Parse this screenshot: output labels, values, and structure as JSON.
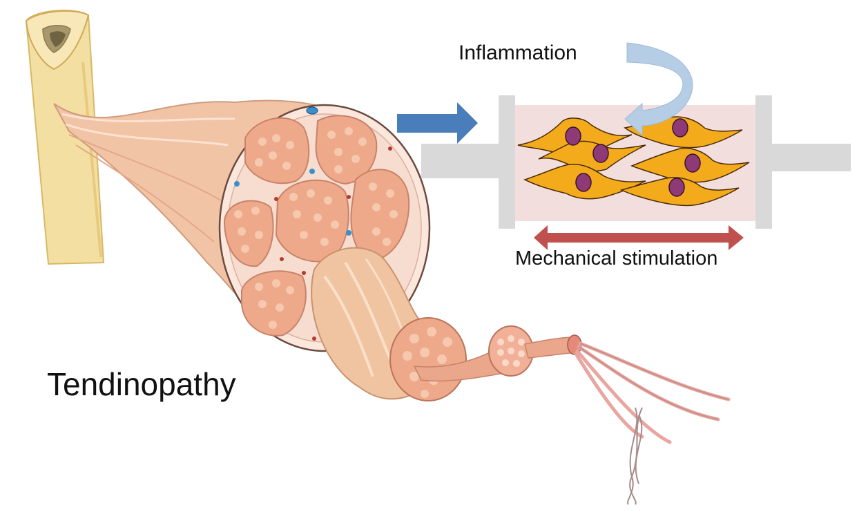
{
  "labels": {
    "inflammation": "Inflammation",
    "mechanical_stimulation": "Mechanical stimulation",
    "tendinopathy": "Tendinopathy"
  },
  "colors": {
    "bone": "#f4dfa2",
    "bone_outline": "#d7b865",
    "tendon_skin": "#f2c4a6",
    "fascicle": "#eea98a",
    "fascicle_dot": "#f6c8ad",
    "blue_arrow": "#4a7ebb",
    "curved_arrow": "#b6cde6",
    "red_arrow": "#c0504d",
    "bioreactor_clamp": "#d9d9d9",
    "bioreactor_chamber": "#f3dede",
    "cell_body": "#f3ab1b",
    "cell_nucleus": "#8e3a76"
  },
  "icons": {
    "bone": "bone-icon",
    "tendon": "tendon-icon",
    "bioreactor": "bioreactor-icon",
    "cells": "tenocyte-cells-icon"
  }
}
